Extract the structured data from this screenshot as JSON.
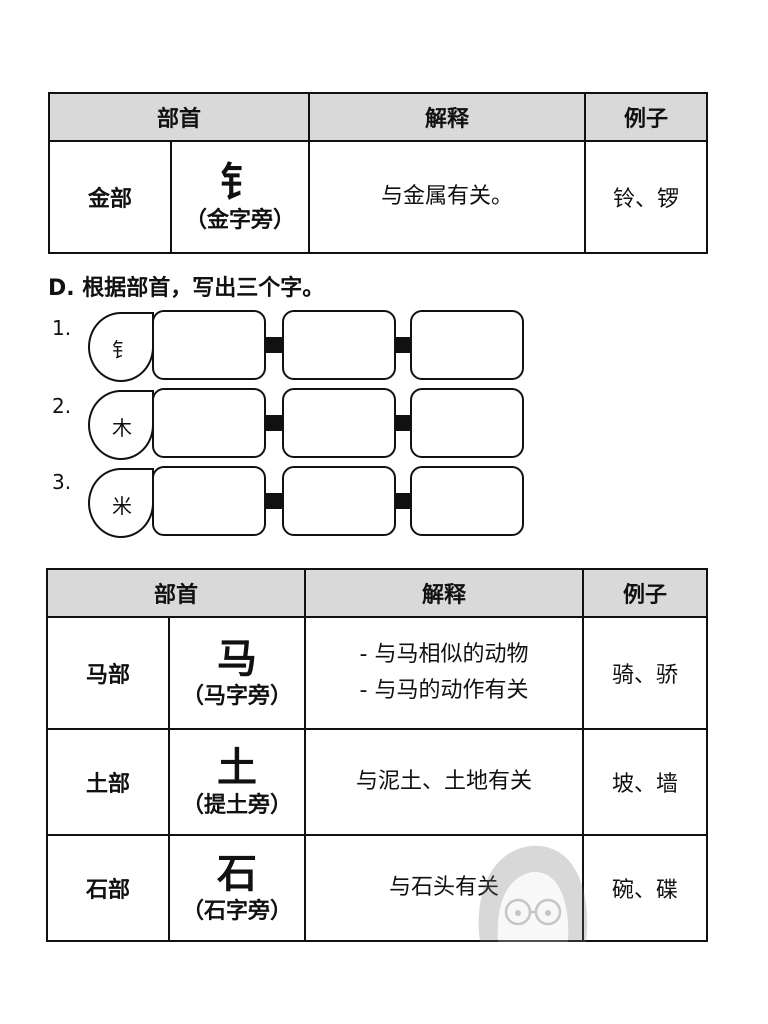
{
  "top_glyph": "",
  "table1": {
    "headers": [
      "部首",
      "解释",
      "例子"
    ],
    "rows": [
      {
        "category": "金部",
        "radical": "钅",
        "nickname": "（金字旁）",
        "explanation": [
          "与金属有关。"
        ],
        "examples": "铃、锣"
      }
    ]
  },
  "section_d": {
    "title": "D. 根据部首，写出三个字。",
    "rows": [
      {
        "num": "1.",
        "radical": "钅"
      },
      {
        "num": "2.",
        "radical": "木"
      },
      {
        "num": "3.",
        "radical": "米"
      }
    ]
  },
  "table2": {
    "headers": [
      "部首",
      "解释",
      "例子"
    ],
    "rows": [
      {
        "category": "马部",
        "radical": "马",
        "nickname": "（马字旁）",
        "explanation": [
          "- 与马相似的动物",
          "- 与马的动作有关"
        ],
        "examples": "骑、骄"
      },
      {
        "category": "土部",
        "radical": "土",
        "nickname": "（提土旁）",
        "explanation": [
          "与泥土、土地有关"
        ],
        "examples": "坡、墙"
      },
      {
        "category": "石部",
        "radical": "石",
        "nickname": "（石字旁）",
        "explanation": [
          "与石头有关"
        ],
        "examples": "碗、碟"
      }
    ]
  }
}
